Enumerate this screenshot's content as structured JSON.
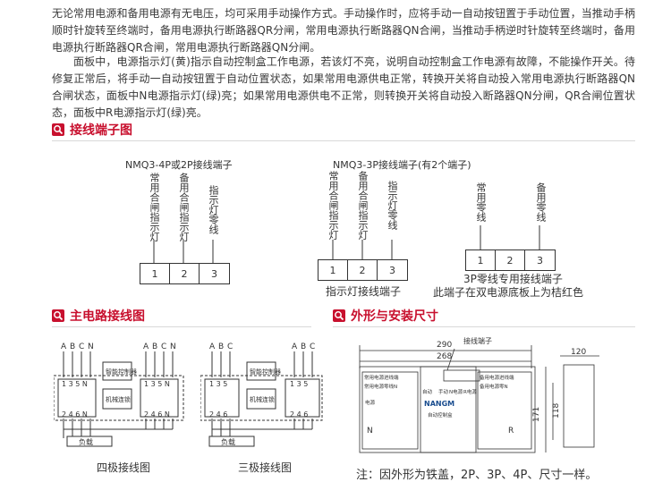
{
  "intro": {
    "p1": "无论常用电源和备用电源有无电压，均可采用手动操作方式。手动操作时，应将手动一自动按钮置于手动位置，当推动手柄顺时针旋转至终端时，备用电源执行断路器QR分闸，常用电源执行断路器QN合闸，当推动手柄逆时针旋转至终端时，备用电源执行断路器QR合闸，常用电源执行断路器QN分闸。",
    "p2": "面板中，电源指示灯(黄)指示自动控制盒工作电源，若该灯不亮，说明自动控制盒工作电源有故障，不能操作开关。待修复正常后，将手动一自动按钮置于自动位置状态，如果常用电源供电正常，转换开关将自动投入常用电源执行断路器QN合闸状态，面板中N电源指示灯(绿)亮；如果常用电源供电不正常，则转换开关将自动投入断路器QN分闸，QR合闸位置状态，面板中R电源指示灯(绿)亮。"
  },
  "sections": {
    "terminal": "接线端子图",
    "main_circuit": "主电路接线图",
    "dimensions": "外形与安装尺寸"
  },
  "terminal_diagram": {
    "left_title": "NMQ3-4P或2P接线端子",
    "left_labels": [
      "常用合闸指示灯",
      "备用合闸指示灯",
      "指示灯零线"
    ],
    "left_cells": [
      "1",
      "2",
      "3"
    ],
    "mid_title": "NMQ3-3P接线端子(有2个端子)",
    "mid_labels": [
      "常用合闸指示灯",
      "备用合闸指示灯",
      "指示灯零线"
    ],
    "mid_cells": [
      "1",
      "2",
      "3"
    ],
    "mid_caption": "指示灯接线端子",
    "right_labels": [
      "常用零线",
      "备用零线"
    ],
    "right_cells": [
      "1",
      "2",
      "3"
    ],
    "right_caption_1": "3P零线专用接线端子",
    "right_caption_2": "此端子在双电源底板上为桔红色"
  },
  "main_circuit": {
    "four_pole": {
      "phases_left": [
        "A",
        "B",
        "C",
        "N"
      ],
      "phases_right": [
        "A",
        "B",
        "C",
        "N"
      ],
      "top_terminals": "1 3 5 N",
      "bottom_terminals": "2 4 6 N",
      "controller": "智能控制器",
      "interlock": "机械连锁",
      "load": "负载",
      "caption": "四极接线图"
    },
    "three_pole": {
      "phases_left": [
        "A",
        "B",
        "C"
      ],
      "phases_right": [
        "A",
        "B",
        "C"
      ],
      "top_terminals": "1 3 5",
      "bottom_terminals": "2 4 6",
      "controller": "智能控制器",
      "interlock": "机械连锁",
      "load": "负载",
      "caption": "三极接线图"
    }
  },
  "dimensions": {
    "width_outer": "290",
    "width_inner": "268",
    "terminal_label": "接线端子",
    "depth": "120",
    "height_outer": "171",
    "height_inner": "118",
    "panel_left_title": "常用电源进线端",
    "panel_right_title": "备用电源进线端",
    "panel_left_sub": "常用电源零线N",
    "panel_right_sub": "备用电源零N",
    "auto_label": "自动",
    "manual_label": "手动",
    "n_power": "N电源",
    "r_power": "R电源",
    "power_label": "电源",
    "brand": "NANGM",
    "control_box": "自动控制盒",
    "n_letter": "N",
    "r_letter": "R",
    "note": "注：因外形为铁盖，2P、3P、4P、尺寸一样。"
  }
}
